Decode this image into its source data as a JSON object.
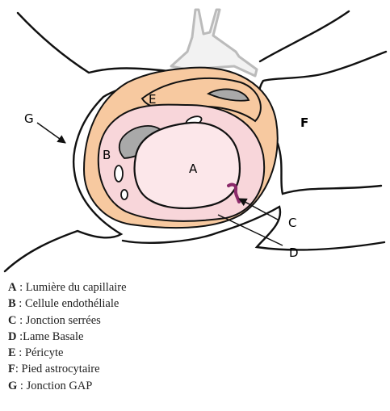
{
  "labels": {
    "A": "A",
    "B": "B",
    "C": "C",
    "D": "D",
    "E": "E",
    "F": "F",
    "G": "G"
  },
  "legend": [
    {
      "key": "A",
      "sep": " : ",
      "text": "Lumière du capillaire"
    },
    {
      "key": "B",
      "sep": " : ",
      "text": "Cellule endothéliale"
    },
    {
      "key": "C",
      "sep": " : ",
      "text": "Jonction serrées"
    },
    {
      "key": "D",
      "sep": " :",
      "text": "Lame Basale"
    },
    {
      "key": "E",
      "sep": " : ",
      "text": "Péricyte"
    },
    {
      "key": "F",
      "sep": ": ",
      "text": "Pied astrocytaire"
    },
    {
      "key": "G",
      "sep": " : ",
      "text": "Jonction GAP"
    }
  ],
  "colors": {
    "outline": "#111111",
    "neuron": "#bbbbbb",
    "basal_lamina": "#f7c9a0",
    "endothelium": "#f8d6da",
    "lumen": "#fce7ea",
    "nucleus": "#a9a9a9",
    "tight_junction": "#8b2a6a"
  }
}
